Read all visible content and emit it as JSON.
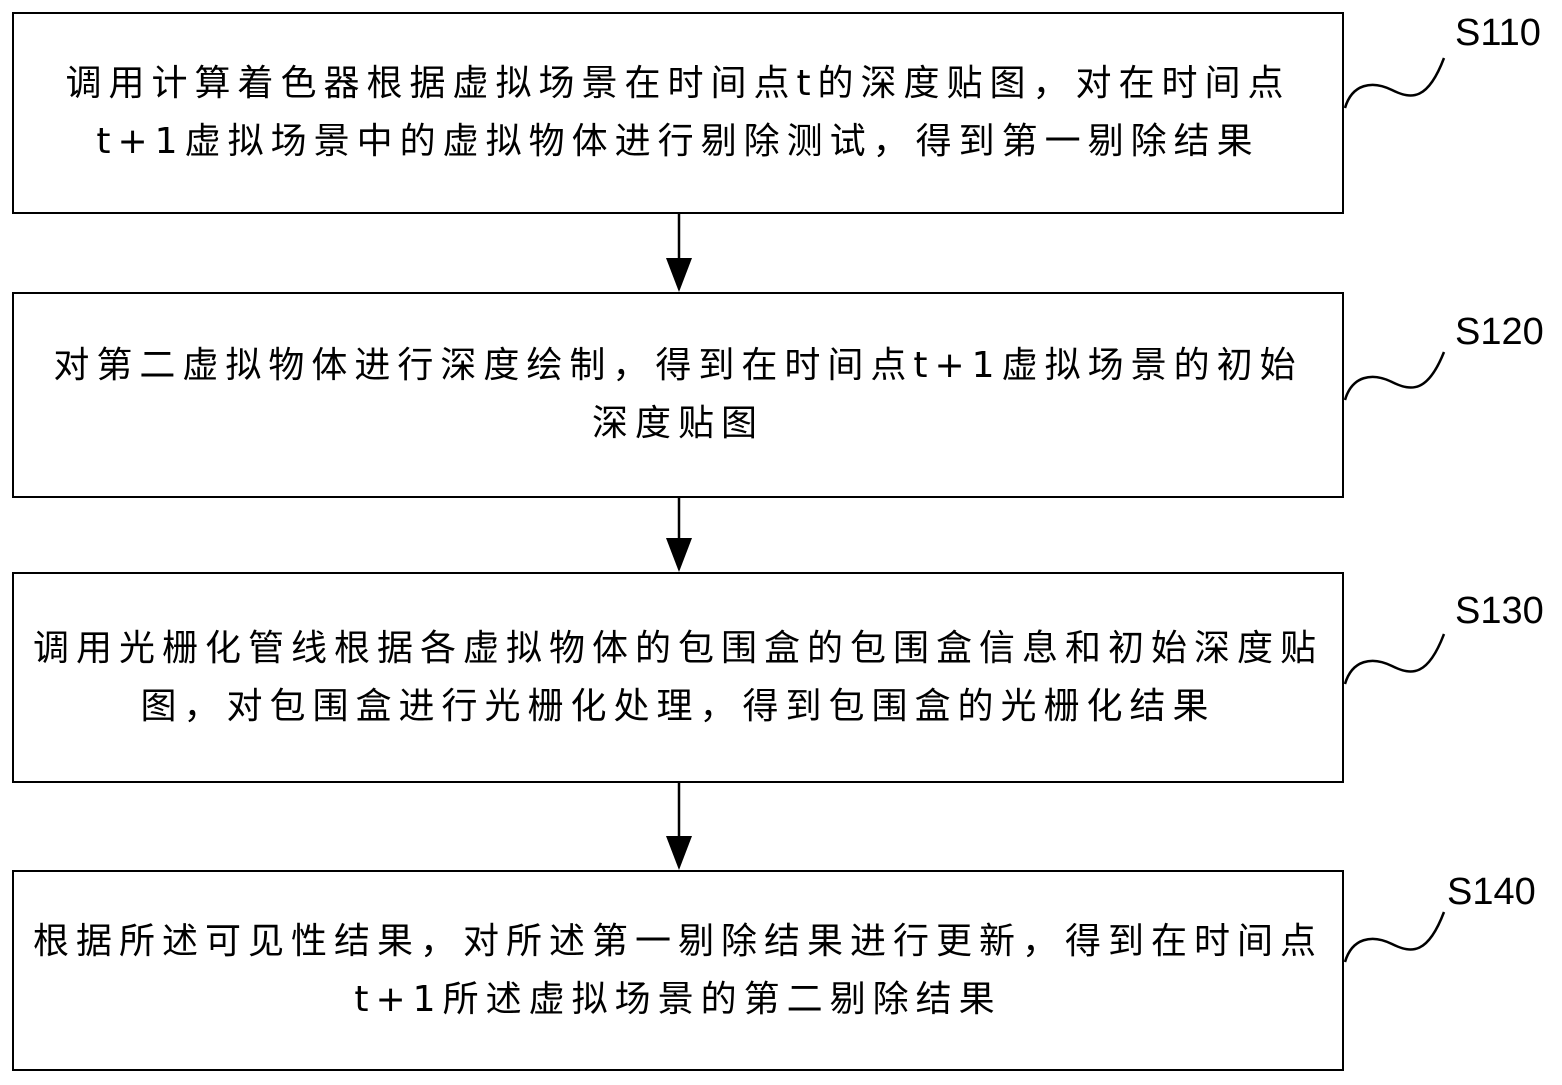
{
  "steps": [
    {
      "id": "S110",
      "text": "调用计算着色器根据虚拟场景在时间点t的深度贴图，对在时间点t+1虚拟场景中的虚拟物体进行剔除测试，得到第一剔除结果"
    },
    {
      "id": "S120",
      "text": "对第二虚拟物体进行深度绘制，得到在时间点t+1虚拟场景的初始深度贴图"
    },
    {
      "id": "S130",
      "text": "调用光栅化管线根据各虚拟物体的包围盒的包围盒信息和初始深度贴图，对包围盒进行光栅化处理，得到包围盒的光栅化结果"
    },
    {
      "id": "S140",
      "text": "根据所述可见性结果，对所述第一剔除结果进行更新，得到在时间点t+1所述虚拟场景的第二剔除结果"
    }
  ],
  "colors": {
    "line": "#000000",
    "background": "#ffffff"
  }
}
